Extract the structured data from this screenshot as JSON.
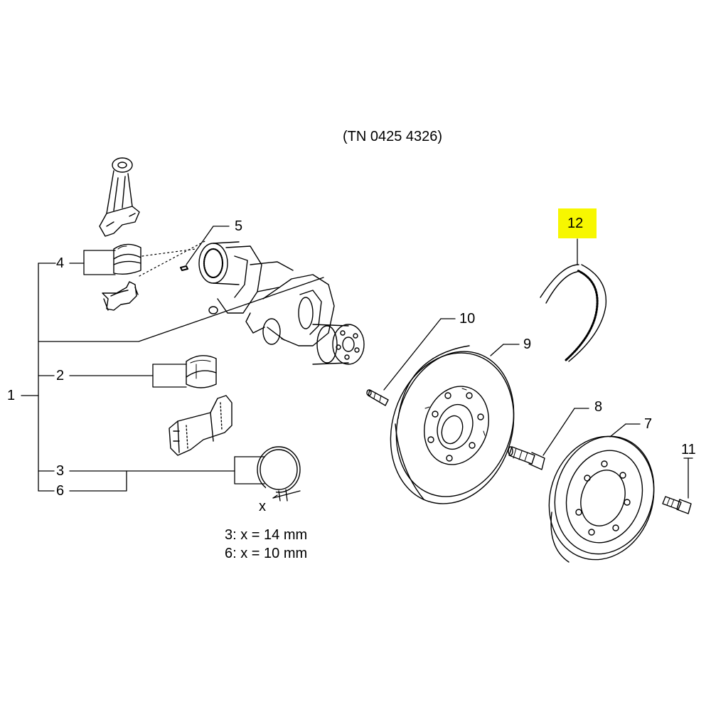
{
  "diagram": {
    "part_number": "(TN 0425 4326)",
    "callouts": {
      "c1": "1",
      "c2": "2",
      "c3": "3",
      "c4": "4",
      "c5": "5",
      "c6": "6",
      "c7": "7",
      "c8": "8",
      "c9": "9",
      "c10": "10",
      "c11": "11",
      "c12": "12",
      "x": "x"
    },
    "notes": {
      "note3": "3: x = 14 mm",
      "note6": "6: x = 10 mm"
    },
    "highlight_color": "#f7f700"
  }
}
